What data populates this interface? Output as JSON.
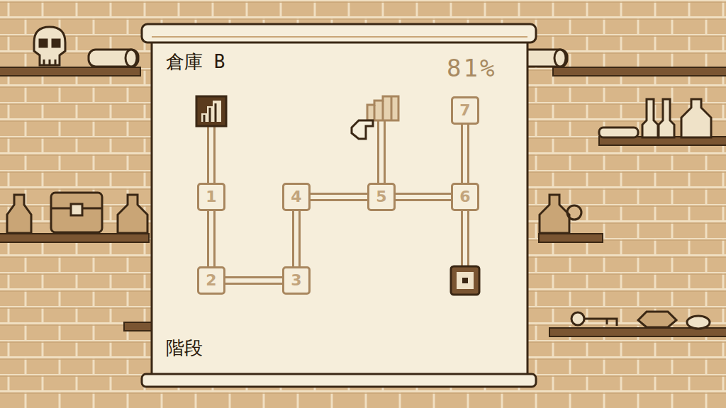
{
  "diagram": {
    "title": "倉庫 B",
    "nodes": [
      {
        "text": [
          "7"
        ]
      },
      {
        "text": [
          "1"
        ]
      },
      {
        "text": [
          "4"
        ]
      },
      {
        "text": [
          "5"
        ]
      },
      {
        "text": [
          "6"
        ]
      },
      {
        "text": [
          "2"
        ]
      },
      {
        "text": [
          "3"
        ]
      }
    ],
    "edges": [
      {
        "from": 1,
        "to": 5,
        "arrow": "none"
      },
      {
        "from": 5,
        "to": 6,
        "arrow": "none"
      },
      {
        "from": 6,
        "to": 2,
        "arrow": "none"
      },
      {
        "from": 2,
        "to": 3,
        "arrow": "none"
      },
      {
        "from": 3,
        "to": 4,
        "arrow": "none"
      },
      {
        "from": 4,
        "to": 0,
        "arrow": "none"
      }
    ],
    "labels": [
      "81%",
      "階段"
    ]
  }
}
